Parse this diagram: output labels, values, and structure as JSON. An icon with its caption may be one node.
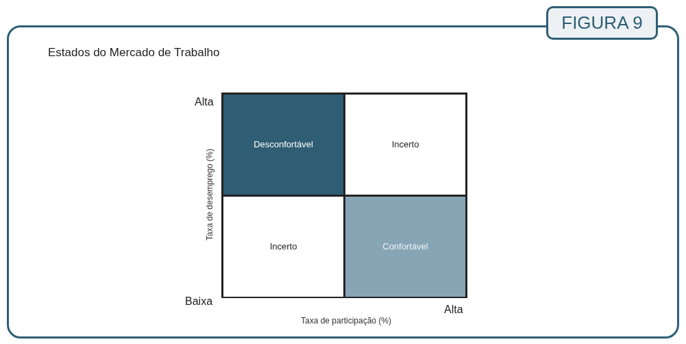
{
  "diagram": {
    "title": "Estados do Mercado de Trabalho",
    "nodes": [
      {
        "text": [
          "Desconfortável"
        ]
      },
      {
        "text": [
          "Incerto"
        ]
      },
      {
        "text": [
          "Incerto"
        ]
      },
      {
        "text": [
          "Confortável"
        ]
      }
    ],
    "labels": [
      "FIGURA 9",
      "Alta",
      "Taxa de desemprego (%)",
      "Baixa",
      "Alta",
      "Taxa de participação (%)"
    ]
  }
}
